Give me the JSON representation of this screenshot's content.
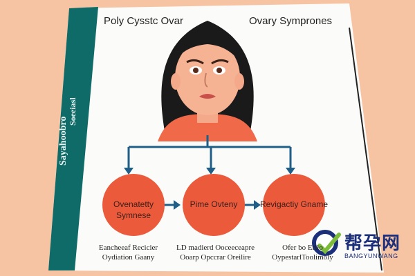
{
  "title": {
    "left": "Poly Cysstc Ovar",
    "right": "Ovary Symprones"
  },
  "sidebar": {
    "top_text": "Soeeiasl",
    "bottom_text": "Sayahoobro"
  },
  "nodes": [
    {
      "label": "Ovenatetty Symnese"
    },
    {
      "label": "Pime Ovteny"
    },
    {
      "label": "Revigactiy Gname"
    }
  ],
  "captions": [
    {
      "line1": "Eancheeaf Recicier",
      "line2": "Oydiation Gaany"
    },
    {
      "line1": "LD madierd Ooceeceapre",
      "line2": "Ooarp Opccrar Oreilire"
    },
    {
      "line1": "Ofer bo Erilo",
      "line2": "OypestarlToolimoly"
    }
  ],
  "watermark": {
    "chinese": "帮孕网",
    "latin": "BANGYUNWANG"
  },
  "colors": {
    "background": "#f7c4a3",
    "teal_band": "#0f6b68",
    "node_fill": "#ec5a3c",
    "arrow": "#1f5e86",
    "logo_blue": "#1c2f7a",
    "logo_green": "#7dbb3b"
  }
}
